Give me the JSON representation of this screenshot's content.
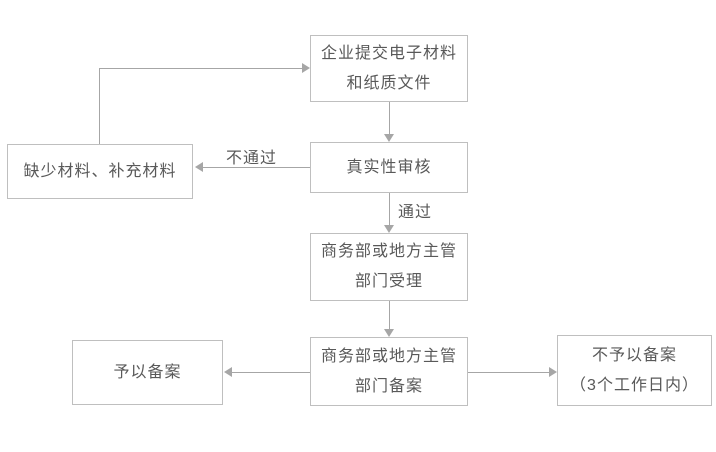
{
  "diagram": {
    "type": "flowchart",
    "colors": {
      "background": "#ffffff",
      "border": "#bfbfbf",
      "arrow": "#a6a6a6",
      "text": "#595959"
    },
    "nodes": {
      "submit": {
        "line1": "企业提交电子材料",
        "line2": "和纸质文件"
      },
      "review": {
        "label": "真实性审核"
      },
      "missing": {
        "label": "缺少材料、补充材料"
      },
      "accept": {
        "line1": "商务部或地方主管",
        "line2": "部门受理"
      },
      "filing": {
        "line1": "商务部或地方主管",
        "line2": "部门备案"
      },
      "approved": {
        "label": "予以备案"
      },
      "rejected": {
        "line1": "不予以备案",
        "line2": "（3个工作日内）"
      }
    },
    "edge_labels": {
      "fail": "不通过",
      "pass": "通过"
    },
    "edges": [
      "missing -> submit",
      "submit -> review",
      "review -> missing (不通过)",
      "review -> accept (通过)",
      "accept -> filing",
      "filing -> approved",
      "filing -> rejected"
    ]
  }
}
